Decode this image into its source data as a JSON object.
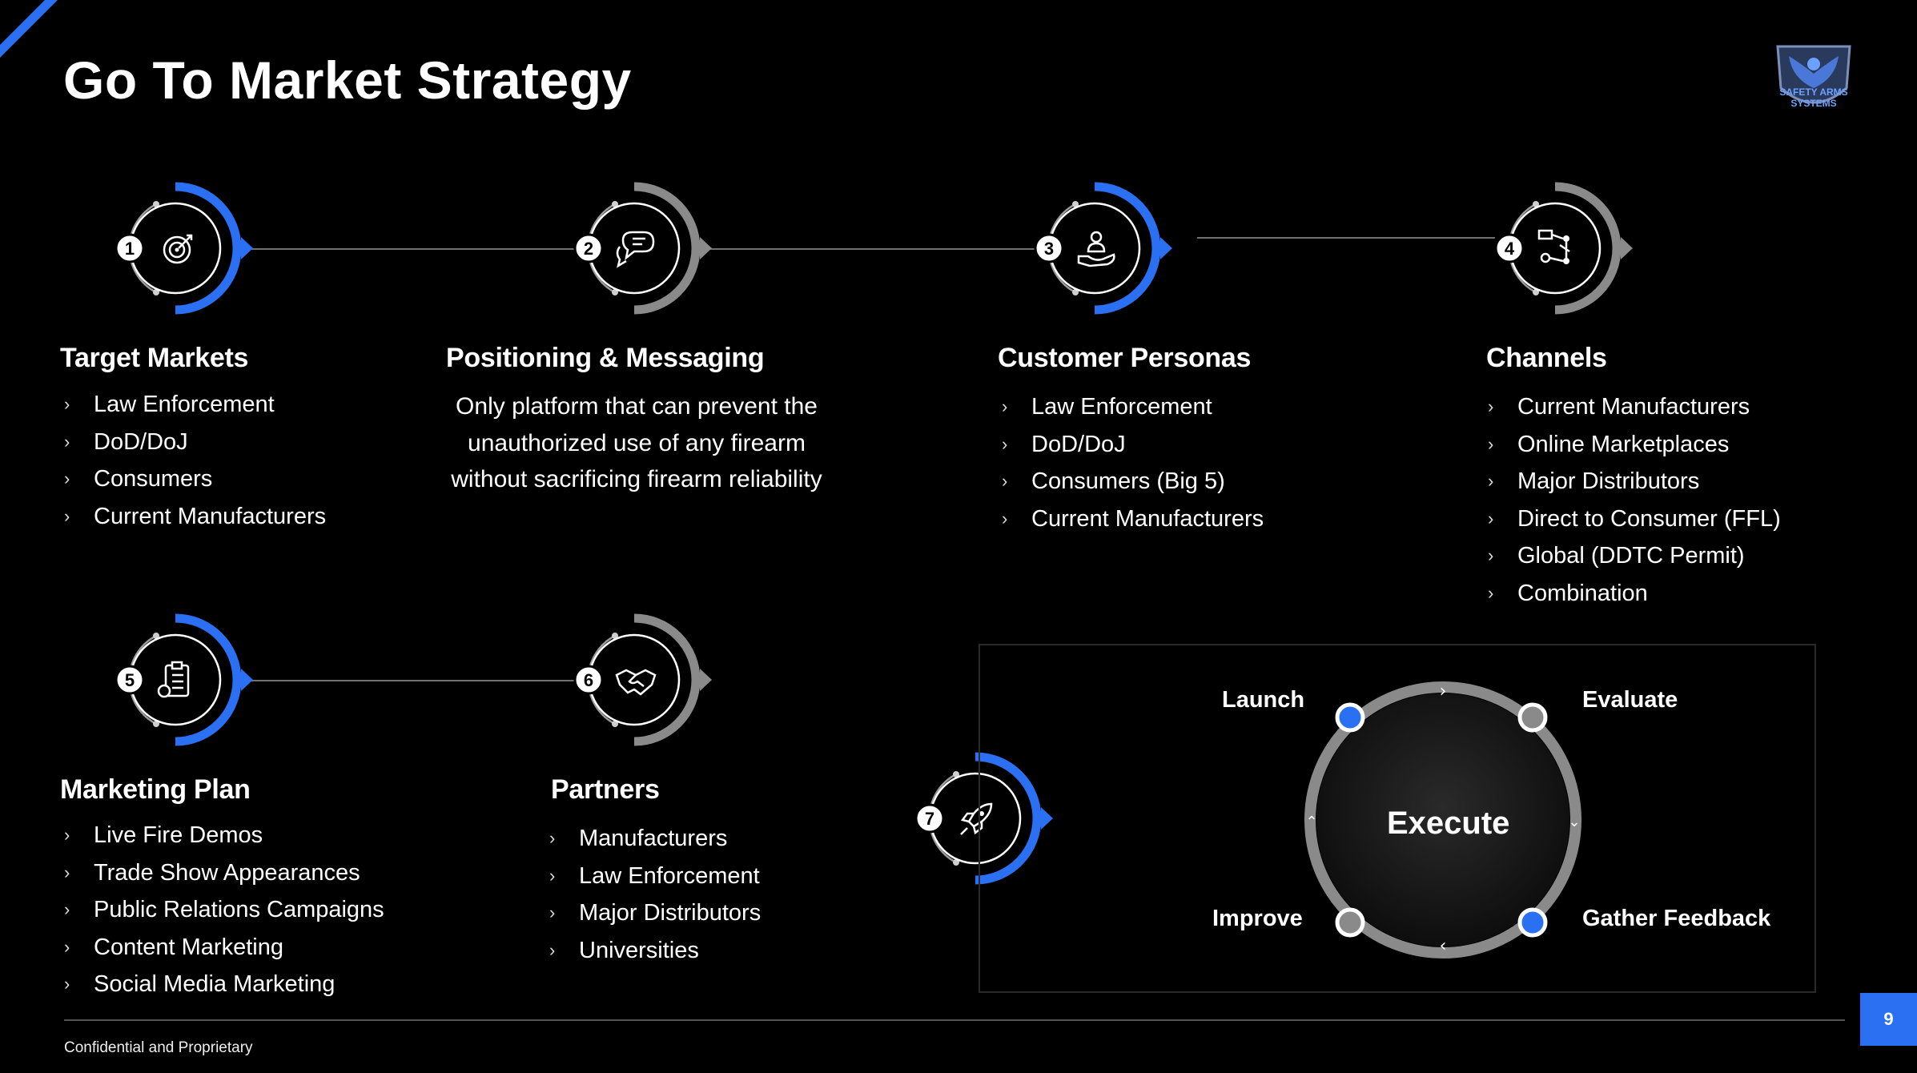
{
  "title": "Go To Market Strategy",
  "logo": {
    "text": "SAFETY ARMS SYSTEMS",
    "icon": "eagle-shield-icon"
  },
  "colors": {
    "accent": "#2b6ff2",
    "gray_arc": "#8a8a8a",
    "background": "#000000"
  },
  "steps": [
    {
      "number": "1",
      "icon": "target-icon",
      "heading": "Target Markets",
      "items": [
        "Law Enforcement",
        "DoD/DoJ",
        "Consumers",
        "Current Manufacturers"
      ]
    },
    {
      "number": "2",
      "icon": "chat-bubbles-icon",
      "heading": "Positioning & Messaging",
      "text_lines": [
        "Only platform that can prevent the",
        "unauthorized use of any firearm",
        "without sacrificing firearm reliability"
      ]
    },
    {
      "number": "3",
      "icon": "person-hand-icon",
      "heading": "Customer Personas",
      "items": [
        "Law Enforcement",
        "DoD/DoJ",
        "Consumers (Big 5)",
        "Current Manufacturers"
      ]
    },
    {
      "number": "4",
      "icon": "network-channels-icon",
      "heading": "Channels",
      "items": [
        "Current Manufacturers",
        "Online Marketplaces",
        "Major Distributors",
        "Direct to Consumer (FFL)",
        "Global (DDTC Permit)",
        "Combination"
      ]
    },
    {
      "number": "5",
      "icon": "clipboard-icon",
      "heading": "Marketing Plan",
      "items": [
        "Live Fire Demos",
        "Trade Show Appearances",
        "Public Relations Campaigns",
        "Content Marketing",
        "Social Media Marketing"
      ]
    },
    {
      "number": "6",
      "icon": "handshake-icon",
      "heading": "Partners",
      "items": [
        "Manufacturers",
        "Law Enforcement",
        "Major Distributors",
        "Universities"
      ]
    },
    {
      "number": "7",
      "icon": "rocket-icon"
    }
  ],
  "cycle": {
    "center": "Execute",
    "launch": "Launch",
    "evaluate": "Evaluate",
    "improve": "Improve",
    "gather": "Gather Feedback"
  },
  "footer": {
    "text": "Confidential and Proprietary",
    "page": "9"
  }
}
